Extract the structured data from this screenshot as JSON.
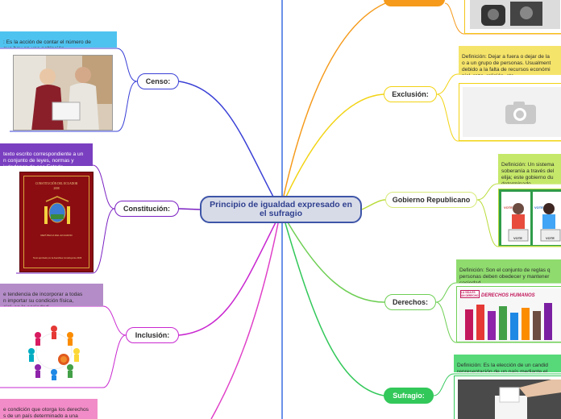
{
  "central": {
    "title": "Principio de igualdad expresado en el sufragio"
  },
  "left": {
    "censo": {
      "label": "Censo:",
      "definition": ": Es la acción de contar el número de\n que hay en una población."
    },
    "constitucion": {
      "label": "Constitución:",
      "definition": "texto escrito correspondiente a un\nn conjunto de leyes, normas y\niudadanos de ese Estado.",
      "book": {
        "title": "CONSTITUCIÓN DEL ECUADOR",
        "year": "2008",
        "emblem": "REPÚBLICA DEL ECUADOR",
        "footer": "Texto aprobado por la Asamblea Constituyente 2008"
      }
    },
    "inclusion": {
      "label": "Inclusión:",
      "definition": "e tendencia de incorporar a todas\nn importar su condición física,\ncial, en la sociedad."
    },
    "ciudadania": {
      "definition": "e condición que otorga los derechos\ns de un país determinado a una"
    }
  },
  "right": {
    "exclusion": {
      "label": "Exclusión:",
      "definition": "Definición: Dejar a fuera o dejar de la\no a un grupo de personas. Usualment\ndebido a la falta de recursos económi\npiel, raza, religión, etc."
    },
    "gobierno": {
      "label": "Gobierno Republicano",
      "definition": "Definición: Un sistema\nsoberanía a través del\nelija; este gobierno du\ndeterminado.",
      "vote_labels": [
        "VOTE",
        "VOTE",
        "VOTE",
        "VOTE"
      ]
    },
    "derechos": {
      "label": "Derechos:",
      "definition": "Definición: Son el conjunto de reglas q\npersonas deben obedecer y mantener\nsociedad.",
      "banner": "DERECHOS HUMANOS",
      "sign": "LA VIDA ES UN DERECHO"
    },
    "sufragio": {
      "label": "Sufragio:",
      "definition": "Definición: Es la elección de un candid\nrepresentación de un país mediante el"
    }
  },
  "colors": {
    "censo": "#3a40d6",
    "constitucion": "#7a1fc2",
    "inclusion": "#c928d0",
    "ciudadania": "#e040c8",
    "top": "#f59a1a",
    "exclusion": "#f2d312",
    "gobierno": "#b9dc3a",
    "derechos": "#6fcf55",
    "sufragio": "#33c85a",
    "vertical": "#3b6fe0"
  }
}
